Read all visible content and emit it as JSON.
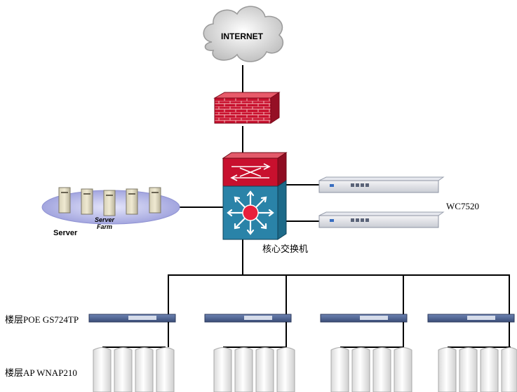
{
  "cloud": {
    "label": "INTERNET"
  },
  "server_farm": {
    "label": "Server",
    "sublabel_line1": "Server",
    "sublabel_line2": "Farm"
  },
  "controller": {
    "label": "WC7520"
  },
  "core_switch": {
    "label": "核心交换机"
  },
  "floor_switch": {
    "label": "楼层POE GS724TP"
  },
  "floor_ap": {
    "label": "楼层AP WNAP210"
  },
  "colors": {
    "firewall_red": "#c8102e",
    "switch_blue": "#2a83a8",
    "cloud_gray": "#e4e4e4",
    "device_blue": "#4a5f8c",
    "farm_ellipse": "#c4c6ee"
  }
}
